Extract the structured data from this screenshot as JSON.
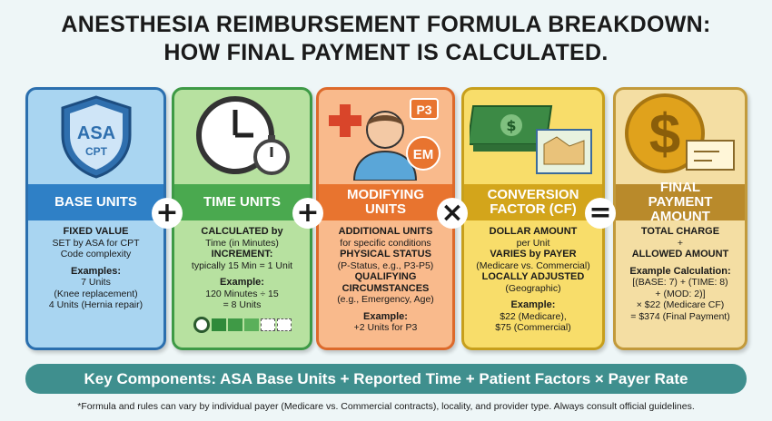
{
  "title": {
    "line1": "ANESTHESIA REIMBURSEMENT FORMULA BREAKDOWN:",
    "line2": "HOW FINAL PAYMENT IS CALCULATED."
  },
  "cards": [
    {
      "header": "BASE UNITS",
      "icon": "shield-badge-icon",
      "badge_top": "ASA",
      "badge_bottom": "CPT",
      "colors": {
        "bg": "#a9d5f1",
        "border": "#2b6fae",
        "header": "#2f80c6"
      },
      "lines": [
        {
          "text": "FIXED VALUE",
          "bold": true
        },
        {
          "text": "SET by ASA for CPT"
        },
        {
          "text": "Code complexity"
        },
        {
          "gap": true
        },
        {
          "text": "Examples:",
          "bold": true
        },
        {
          "text": "7 Units"
        },
        {
          "text": "(Knee replacement)"
        },
        {
          "text": "4 Units (Hernia repair)"
        }
      ]
    },
    {
      "header": "TIME UNITS",
      "icon": "clock-stopwatch-icon",
      "colors": {
        "bg": "#b7e1a0",
        "border": "#3e9a46",
        "header": "#4aa94f"
      },
      "lines": [
        {
          "text": "CALCULATED by",
          "bold": true
        },
        {
          "text": "Time (in Minutes)"
        },
        {
          "text": "INCREMENT:",
          "bold": true
        },
        {
          "text": "typically 15 Min = 1 Unit"
        },
        {
          "gap": true
        },
        {
          "text": "Example:",
          "bold": true
        },
        {
          "text": "120 Minutes ÷ 15"
        },
        {
          "text": "= 8 Units"
        }
      ]
    },
    {
      "header": "MODIFYING UNITS",
      "icon": "patient-plus-icon",
      "badge_p": "P3",
      "badge_em": "EM",
      "colors": {
        "bg": "#f9ba8c",
        "border": "#dd6a2b",
        "header": "#e8742f"
      },
      "lines": [
        {
          "text": "ADDITIONAL UNITS",
          "bold": true
        },
        {
          "text": "for specific conditions"
        },
        {
          "text": "PHYSICAL STATUS",
          "bold": true
        },
        {
          "text": "(P-Status, e.g., P3-P5)"
        },
        {
          "text": "QUALIFYING",
          "bold": true
        },
        {
          "text": "CIRCUMSTANCES",
          "bold": true
        },
        {
          "text": "(e.g., Emergency, Age)"
        },
        {
          "gap": true
        },
        {
          "text": "Example:",
          "bold": true
        },
        {
          "text": "+2 Units for P3"
        }
      ]
    },
    {
      "header": "CONVERSION FACTOR (CF)",
      "icon": "money-map-icon",
      "colors": {
        "bg": "#f8dd6a",
        "border": "#c79f1c",
        "header": "#d3a51b"
      },
      "lines": [
        {
          "text": "DOLLAR AMOUNT",
          "bold": true
        },
        {
          "text": "per Unit"
        },
        {
          "text": "VARIES by PAYER",
          "bold": true
        },
        {
          "text": "(Medicare vs. Commercial)"
        },
        {
          "text": "LOCALLY ADJUSTED",
          "bold": true
        },
        {
          "text": "(Geographic)"
        },
        {
          "gap": true
        },
        {
          "text": "Example:",
          "bold": true
        },
        {
          "text": "$22 (Medicare),"
        },
        {
          "text": "$75 (Commercial)"
        }
      ]
    },
    {
      "header": "FINAL PAYMENT AMOUNT",
      "icon": "dollar-check-icon",
      "colors": {
        "bg": "#f4dea3",
        "border": "#c29a3b",
        "header": "#b98a2b"
      },
      "lines": [
        {
          "text": "TOTAL CHARGE",
          "bold": true
        },
        {
          "text": "+"
        },
        {
          "text": "ALLOWED AMOUNT",
          "bold": true
        },
        {
          "gap": true
        },
        {
          "text": "Example Calculation:",
          "bold": true
        },
        {
          "text": "[(BASE: 7) + (TIME: 8)"
        },
        {
          "text": "+ (MOD: 2)]"
        },
        {
          "text": "× $22 (Medicare CF)"
        },
        {
          "text": "= $374 (Final Payment)"
        }
      ]
    }
  ],
  "operators": [
    "+",
    "+",
    "×",
    "="
  ],
  "summary": "Key Components: ASA Base Units + Reported Time + Patient Factors × Payer Rate",
  "footnote": "*Formula and rules can vary by individual payer (Medicare vs. Commercial contracts), locality, and provider type. Always consult official guidelines."
}
